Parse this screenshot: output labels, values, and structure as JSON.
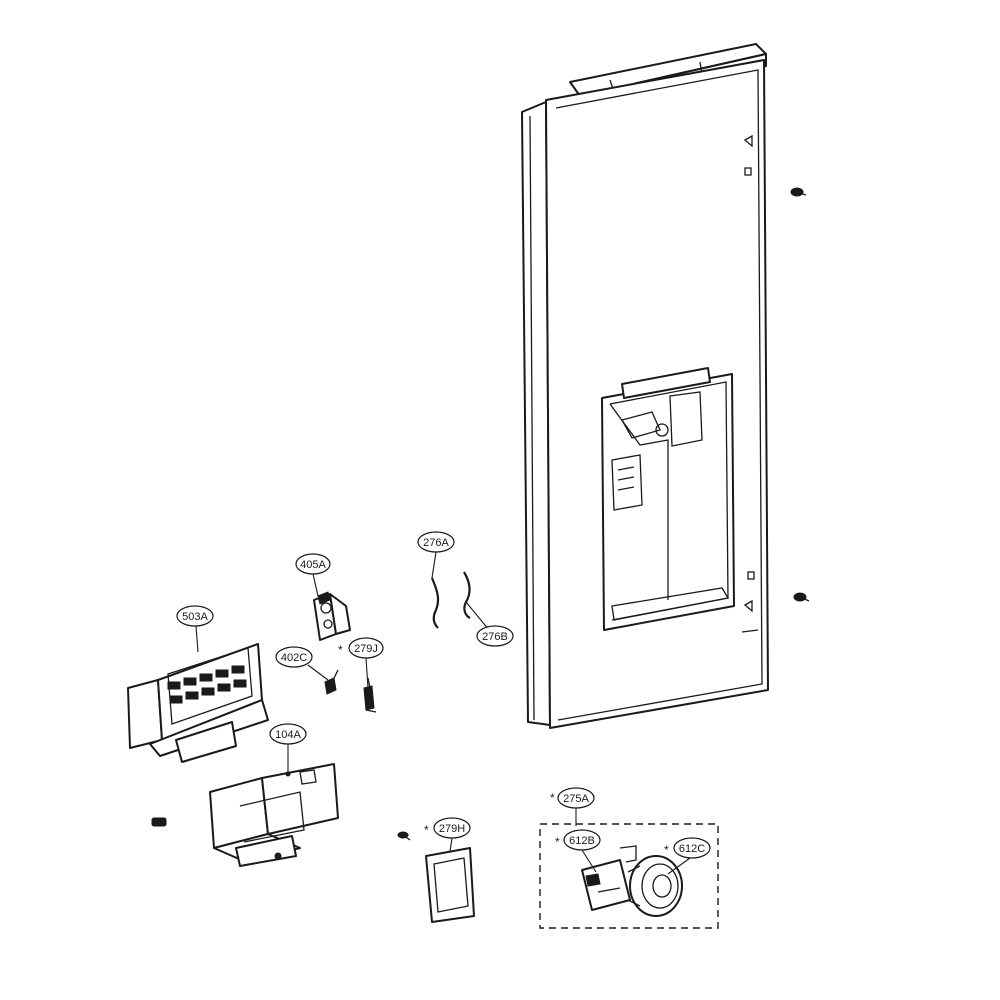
{
  "callouts": {
    "p503A": "503A",
    "p405A": "405A",
    "p402C": "402C",
    "p279J": "279J",
    "p276A": "276A",
    "p276B": "276B",
    "p104A": "104A",
    "p279H": "279H",
    "p275A": "275A",
    "p612B": "612B",
    "p612C": "612C"
  },
  "asterisk": "*"
}
